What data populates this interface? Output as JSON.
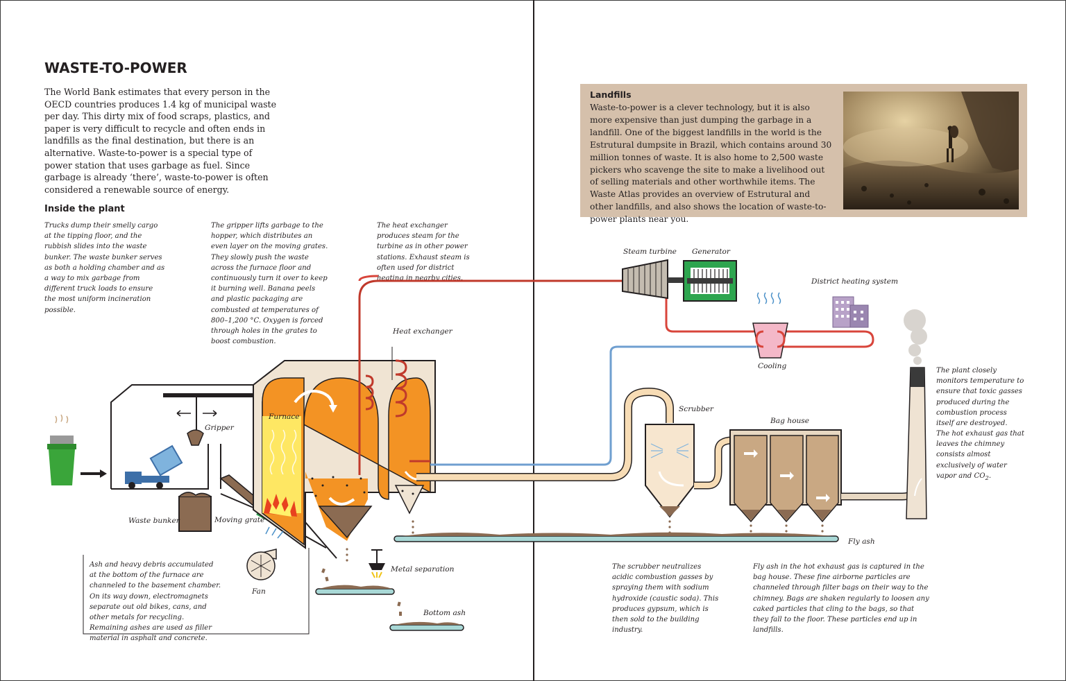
{
  "title": "WASTE-TO-POWER",
  "intro": "The World Bank estimates that every person in the OECD countries produces 1.4 kg of municipal waste per day. This dirty mix of food scraps, plastics, and paper is very difficult to recycle and often ends in landfills as the final destination, but there is an alternative. Waste-to-power is a special type of power station that uses garbage as fuel. Since garbage is already ‘there’, waste-to-power is often considered a renewable source of energy.",
  "inside_heading": "Inside the plant",
  "notes": {
    "trucks": "Trucks dump their smelly cargo at the tipping floor, and the rubbish slides into the waste bunker. The waste bunker serves as both a holding chamber and as a way to mix garbage from different truck loads to ensure the most uniform incineration possible.",
    "gripper": "The gripper lifts garbage to the hopper, which distributes an even layer on the moving grates. They slowly push the waste across the furnace floor and continuously turn it over to keep it burning well. Banana peels and plastic packaging are combusted at temperatures of 800–1,200 °C. Oxygen is forced through holes in the grates to boost combustion.",
    "heat": "The heat exchanger produces steam for the turbine as in other power stations. Exhaust steam is often used for district heating in nearby cities.",
    "ash": "Ash and heavy debris accumulated at the bottom of the furnace are channeled to the basement chamber. On its way down, electromagnets separate out old bikes, cans, and other metals for recycling. Remaining ashes are used as filler material in asphalt and concrete.",
    "scrubber": "The scrubber neutralizes acidic combustion gasses by spraying them with sodium hydroxide (caustic soda). This produces gypsum, which is then sold to the building industry.",
    "flyash": "Fly ash in the hot exhaust gas is captured in the bag house. These fine airborne particles are channeled through filter bags on their way to the chimney. Bags are shaken regularly to loosen any caked particles that cling to the bags, so that they fall to the floor. These particles end up in landfills.",
    "chimney1": "The plant closely monitors temperature to ensure that toxic gasses produced during the combustion process itself are destroyed.",
    "chimney2_pre": "The hot exhaust gas that leaves the chimney consists almost exclusively of water vapor and CO",
    "chimney2_sub": "2",
    "chimney2_post": "."
  },
  "sidebar": {
    "heading": "Landfills",
    "text": "Waste-to-power is a clever technology, but it is also more expensive than just dumping the garbage in a landfill. One of the biggest landfills in the world is the Estrutural dumpsite in Brazil, which contains around 30 million tonnes of waste. It is also home to 2,500 waste pickers who scavenge the site to make a livelihood out of selling materials and other worthwhile items. The Waste Atlas provides an overview of Estrutural and other landfills, and also shows the location of waste-to-power plants near you."
  },
  "labels": {
    "gripper": "Gripper",
    "furnace": "Furnace",
    "heat_exchanger": "Heat exchanger",
    "steam_turbine": "Steam turbine",
    "generator": "Generator",
    "district_heating": "District heating system",
    "cooling": "Cooling",
    "scrubber": "Scrubber",
    "bag_house": "Bag house",
    "waste_bunker": "Waste bunker",
    "moving_grate": "Moving grate",
    "fan": "Fan",
    "metal_separation": "Metal separation",
    "bottom_ash": "Bottom ash",
    "fly_ash": "Fly ash"
  },
  "colors": {
    "building_outline": "#231f20",
    "furnace_orange": "#f39324",
    "flame_yellow": "#fff16a",
    "steam_red": "#d8453b",
    "return_blue": "#6f9fd0",
    "exhaust_cream": "#f7dcb5",
    "ash_brown": "#8b6b52",
    "baghouse_tan": "#c9a883",
    "generator_green": "#2ea54f",
    "sidebar_bg": "#d5c0ab",
    "conveyor_teal": "#a8d8d6"
  }
}
